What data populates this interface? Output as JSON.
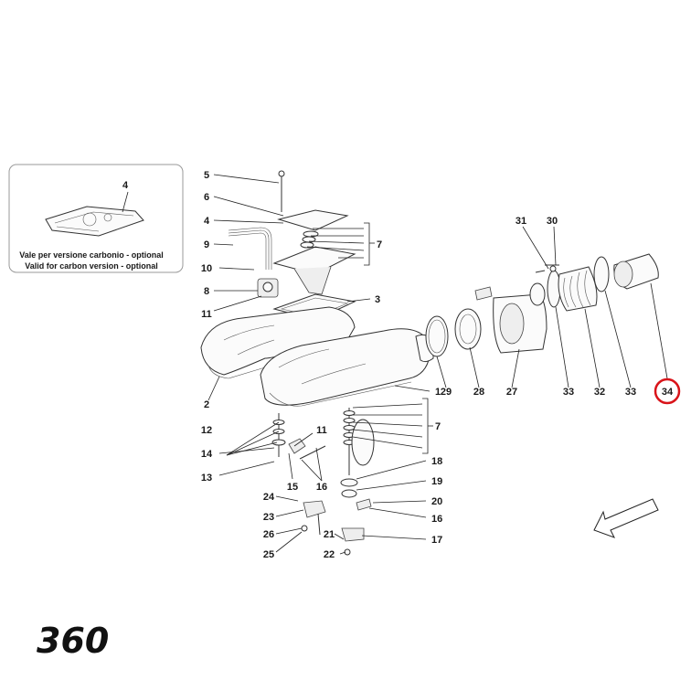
{
  "inset": {
    "part_number": "4",
    "note_line1": "Vale per versione carbonio - optional",
    "note_line2": "Valid for carbon version - optional"
  },
  "labels": {
    "n5": "5",
    "n6": "6",
    "n4": "4",
    "n9": "9",
    "n10": "10",
    "n8": "8",
    "n11": "11",
    "n7a": "7",
    "n3": "3",
    "n2": "2",
    "n1": "1",
    "n12": "12",
    "n14": "14",
    "n13": "13",
    "n11b": "11",
    "n15": "15",
    "n16a": "16",
    "n7b": "7",
    "n18": "18",
    "n19": "19",
    "n20": "20",
    "n16b": "16",
    "n17": "17",
    "n24": "24",
    "n23": "23",
    "n26": "26",
    "n25": "25",
    "n21": "21",
    "n22": "22",
    "n29": "29",
    "n28": "28",
    "n27": "27",
    "n33a": "33",
    "n32": "32",
    "n33b": "33",
    "n31": "31",
    "n30": "30",
    "n34": "34"
  },
  "highlight": {
    "part": "34",
    "color": "#d9141a"
  },
  "model_badge": "360"
}
